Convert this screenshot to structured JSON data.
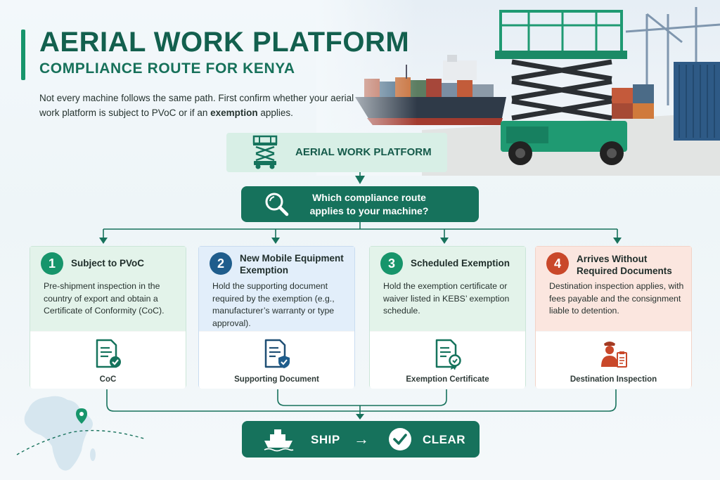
{
  "header": {
    "title": "AERIAL WORK PLATFORM",
    "subtitle": "COMPLIANCE ROUTE FOR KENYA",
    "intro_part1": "Not every machine follows the same path. First confirm whether your aerial work platform is subject to PVoC or if an ",
    "intro_bold": "exemption",
    "intro_part2": " applies."
  },
  "top_box": {
    "label": "AERIAL WORK PLATFORM",
    "icon": "scissor-lift-icon"
  },
  "question": {
    "text": "Which compliance route applies to your machine?",
    "icon": "magnifier-icon"
  },
  "routes": [
    {
      "number": "1",
      "title": "Subject to PVoC",
      "description": "Pre-shipment inspection in the country of export and obtain a Certificate of Conformity (CoC).",
      "document_label": "CoC",
      "icon": "certificate-check-icon",
      "color": "#17956b"
    },
    {
      "number": "2",
      "title": "New Mobile Equipment Exemption",
      "description": "Hold the supporting document required by the exemption (e.g., manufacturer’s warranty or type approval).",
      "document_label": "Supporting Document",
      "icon": "document-shield-icon",
      "color": "#1f5d8c"
    },
    {
      "number": "3",
      "title": "Scheduled Exemption",
      "description": "Hold the exemption certificate or waiver listed in KEBS’ exemption schedule.",
      "document_label": "Exemption Certificate",
      "icon": "certificate-ribbon-icon",
      "color": "#17956b"
    },
    {
      "number": "4",
      "title": "Arrives Without Required Documents",
      "description": "Destination inspection applies, with fees payable and the consignment liable to detention.",
      "document_label": "Destination Inspection",
      "icon": "inspector-clipboard-icon",
      "color": "#c9482a"
    }
  ],
  "outcome": {
    "ship_label": "SHIP",
    "arrow": "→",
    "clear_label": "CLEAR",
    "ship_icon": "ship-icon",
    "clear_icon": "check-circle-icon"
  },
  "colors": {
    "primary": "#16725c",
    "title": "#13604e",
    "accent": "#17956b",
    "blue": "#1f5d8c",
    "red": "#c9482a"
  }
}
